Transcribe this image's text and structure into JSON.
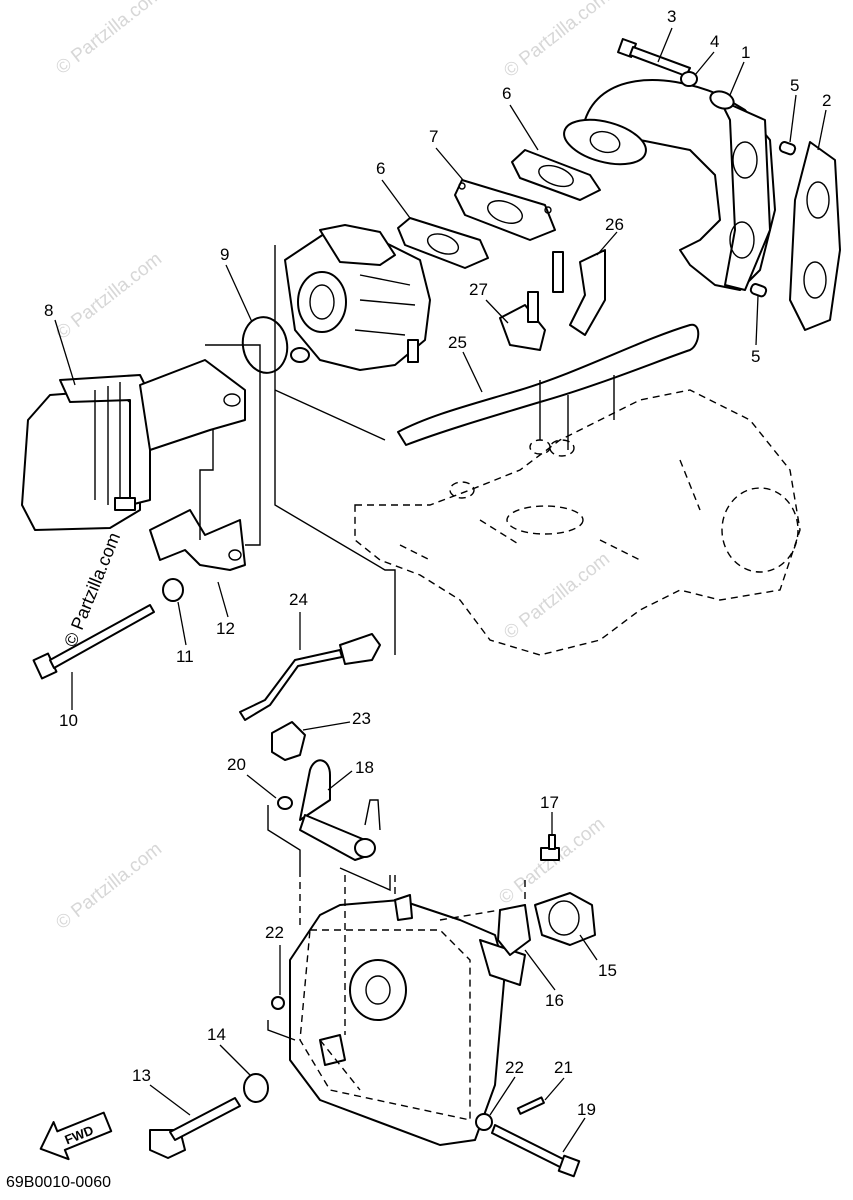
{
  "watermark": "© Partzilla.com",
  "diagram_code": "69B0010-0060",
  "fwd_label": "FWD",
  "callouts": {
    "c1": "1",
    "c2": "2",
    "c3": "3",
    "c4": "4",
    "c5a": "5",
    "c5b": "5",
    "c6a": "6",
    "c6b": "6",
    "c7": "7",
    "c8": "8",
    "c9": "9",
    "c10": "10",
    "c11": "11",
    "c12": "12",
    "c13": "13",
    "c14": "14",
    "c15": "15",
    "c16": "16",
    "c17": "17",
    "c18": "18",
    "c19": "19",
    "c20": "20",
    "c21": "21",
    "c22a": "22",
    "c22b": "22",
    "c23": "23",
    "c24": "24",
    "c25": "25",
    "c26": "26",
    "c27": "27"
  }
}
